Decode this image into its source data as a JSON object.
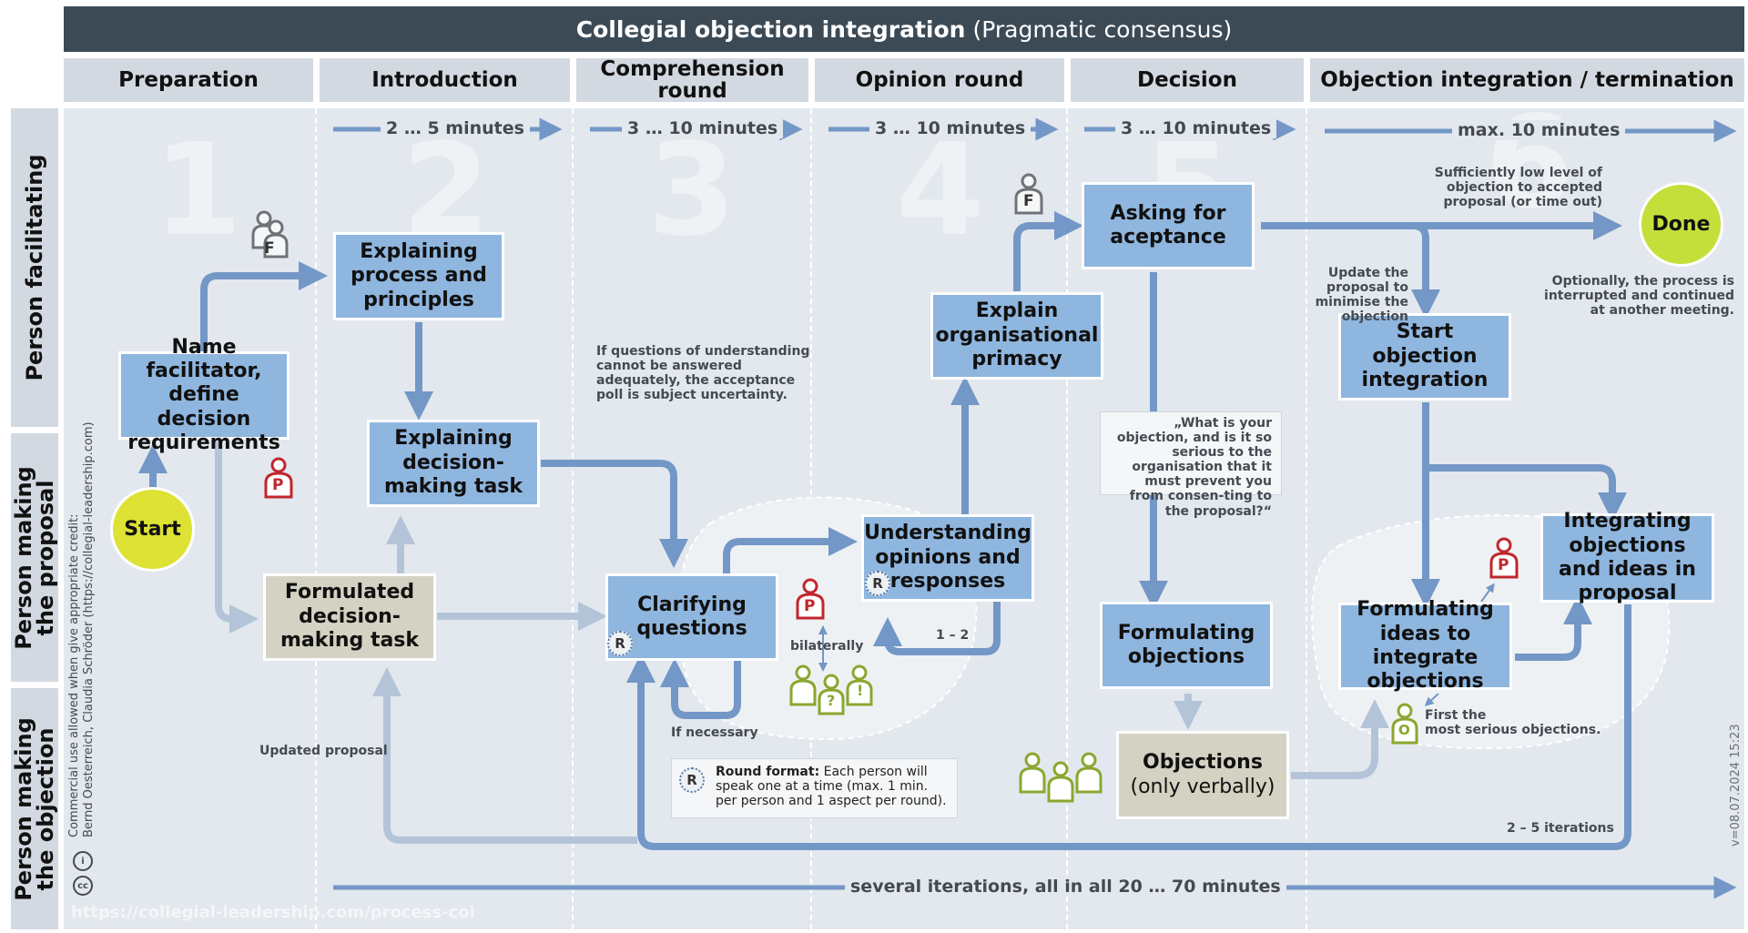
{
  "title": {
    "bold": "Collegial objection integration",
    "normal": "(Pragmatic consensus)"
  },
  "phases": [
    "Preparation",
    "Introduction",
    "Comprehension round",
    "Opinion round",
    "Decision",
    "Objection integration / termination"
  ],
  "lanes": [
    "Person facilitating",
    "Person making the proposal",
    "Person making the objection"
  ],
  "step_numbers": [
    "1",
    "2",
    "3",
    "4",
    "5",
    "6"
  ],
  "durations": [
    "2 … 5 minutes",
    "3 … 10 minutes",
    "3 … 10 minutes",
    "3 … 10 minutes",
    "max. 10 minutes"
  ],
  "total_duration": "several iterations, all in all 20 … 70 minutes",
  "nodes": {
    "start": "Start",
    "done": "Done",
    "name_facilitator": "Name facilitator, define decision requirements",
    "formulated_task": "Formulated decision-making task",
    "explaining_process": "Explaining process and principles",
    "explaining_task": "Explaining decision-making task",
    "clarifying": "Clarifying questions",
    "understanding": "Understanding opinions and responses",
    "explain_primacy": "Explain organisational primacy",
    "asking": "Asking for aceptance",
    "formulating_objections": "Formulating objections",
    "objections": "Objections",
    "objections_sub": "(only verbally)",
    "start_integration": "Start objection integration",
    "formulating_ideas": "Formulating ideas to integrate objections",
    "integrating": "Integrating objections and ideas in proposal"
  },
  "notes": {
    "comprehension": "If questions of understanding cannot be answered adequately, the acceptance poll is subject uncertainty.",
    "sufficiently": "Sufficiently low level of objection to accepted proposal (or time out)",
    "optionally": "Optionally, the process is interrupted and continued at another meeting.",
    "update": "Update the proposal to minimise the objection",
    "question": "„What is your objection, and is it so serious to the organisation that it must prevent you from consen-ting to the proposal?“",
    "first_serious_1": "First the",
    "first_serious_2": "most serious objections.",
    "round_format_bold": "Round format:",
    "round_format": "Each person will speak one at a time (max. 1 min. per person and 1 aspect per round).",
    "if_necessary": "If necessary",
    "bilaterally": "bilaterally",
    "one_two": "1 – 2",
    "updated_proposal": "Updated proposal",
    "iterations": "2 – 5 iterations"
  },
  "badges": {
    "facilitator": "F",
    "proposer": "P",
    "round": "R",
    "objector": "O",
    "question_mark": "?",
    "exclaim": "!"
  },
  "credit_lines": [
    "Commercial use allowed when give appropriate credit:",
    "Bernd Oesterreich, Claudia Schröder (https://collegial-leadership.com)"
  ],
  "url": "https://collegial-leadership.com/process-coi",
  "version": "v=08.07.2024 15:23",
  "colors": {
    "header": "#3c4a55",
    "panel": "#e3e8ee",
    "lane": "#d3d9e1",
    "box_blue": "#8fb6de",
    "box_beige": "#d4d2c2",
    "arrow": "#7397c6",
    "arrow_light": "#b4c4d8",
    "start": "#dde234",
    "done": "#c4df3a",
    "red": "#c0262d",
    "green": "#8aa72f",
    "gray_icon": "#6f7378"
  }
}
